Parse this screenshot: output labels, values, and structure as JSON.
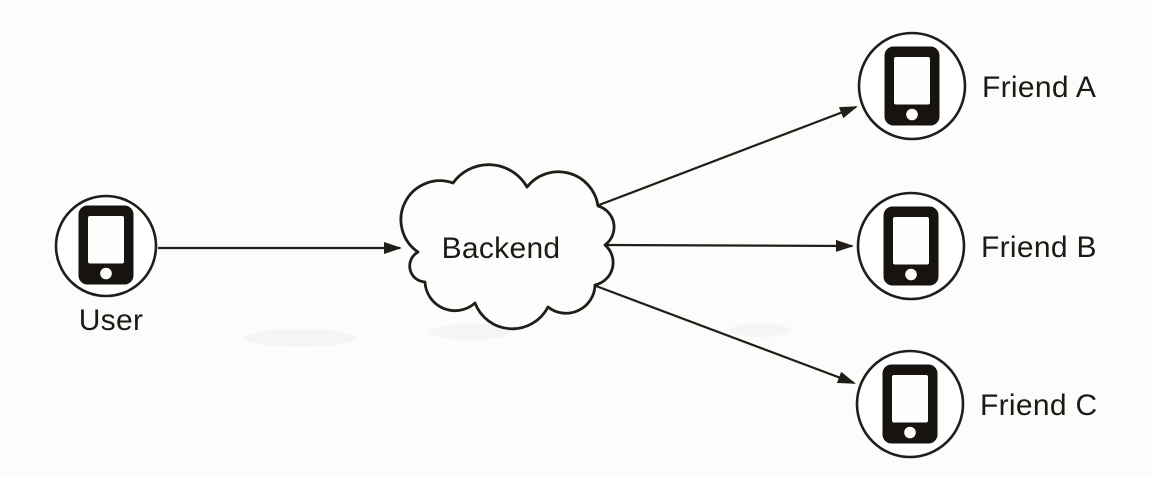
{
  "diagram": {
    "type": "architecture-diagram",
    "nodes": {
      "user": {
        "label": "User",
        "icon": "smartphone-icon",
        "shape": "circle"
      },
      "backend": {
        "label": "Backend",
        "icon": "cloud-shape",
        "shape": "cloud"
      },
      "friend_a": {
        "label": "Friend A",
        "icon": "smartphone-icon",
        "shape": "circle"
      },
      "friend_b": {
        "label": "Friend B",
        "icon": "smartphone-icon",
        "shape": "circle"
      },
      "friend_c": {
        "label": "Friend C",
        "icon": "smartphone-icon",
        "shape": "circle"
      }
    },
    "edges": [
      {
        "from": "User",
        "to": "Backend",
        "style": "arrow"
      },
      {
        "from": "Backend",
        "to": "Friend A",
        "style": "arrow"
      },
      {
        "from": "Backend",
        "to": "Friend B",
        "style": "arrow"
      },
      {
        "from": "Backend",
        "to": "Friend C",
        "style": "arrow"
      }
    ],
    "colors": {
      "background": "#fcfcfa",
      "stroke": "#211d1a",
      "icon_fill": "#17130f",
      "text": "#1c1916"
    }
  }
}
